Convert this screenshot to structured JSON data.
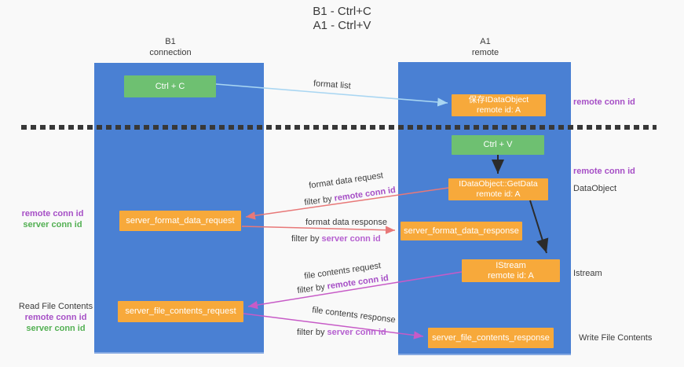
{
  "title": {
    "line1": "B1 - Ctrl+C",
    "line2": "A1 - Ctrl+V"
  },
  "columns": {
    "left": {
      "name": "B1",
      "role": "connection"
    },
    "right": {
      "name": "A1",
      "role": "remote"
    }
  },
  "boxes": {
    "ctrl_c": "Ctrl + C",
    "ctrl_v": "Ctrl + V",
    "save_idataobject": {
      "line1": "保存IDataObject",
      "line2": "remote id: A"
    },
    "getdata": {
      "line1": "IDataObject::GetData",
      "line2": "remote id: A"
    },
    "istream": {
      "line1": "IStream",
      "line2": "remote id: A"
    },
    "format_request": "server_format_data_request",
    "format_response": "server_format_data_response",
    "file_request": "server_file_contents_request",
    "file_response": "server_file_contents_response"
  },
  "flow_labels": {
    "format_list": "format list",
    "format_data_request": "format data request",
    "format_data_response": "format data response",
    "file_contents_request": "file contents request",
    "file_contents_response": "file contents response",
    "filter_by": "filter by ",
    "remote_conn_id": "remote conn id",
    "server_conn_id": "server conn id"
  },
  "side_labels": {
    "left_mid": {
      "remote": "remote conn id",
      "server": "server conn id"
    },
    "left_bottom": {
      "title": "Read File Contents",
      "remote": "remote conn id",
      "server": "server conn id"
    },
    "right": {
      "remote_top": "remote conn id",
      "remote_mid": "remote conn id",
      "dataobject": "DataObject",
      "istream": "Istream",
      "write_file": "Write File Contents"
    }
  },
  "colors": {
    "background": "#f9f9f9",
    "column_blue": "#4a80d3",
    "box_green": "#6ec071",
    "box_orange": "#f7a93b",
    "remote_conn_purple": "#a64fc6",
    "server_conn_green": "#53b053",
    "filter_purple": "#b55fd0",
    "arrow_blue": "#a9d6f2",
    "arrow_salmon": "#e87878",
    "arrow_magenta": "#c75bc7",
    "arrow_black": "#2b2b2b",
    "divider_dark": "#383838",
    "text_dark": "#3c3c3c"
  }
}
